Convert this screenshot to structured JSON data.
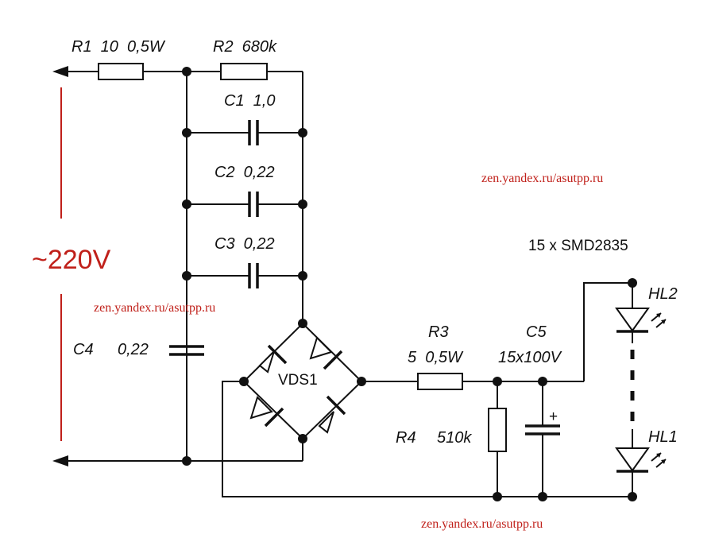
{
  "labels": {
    "r1": "R1  10  0,5W",
    "r2": "R2  680k",
    "c1": "C1  1,0",
    "c2": "C2  0,22",
    "c3": "C3  0,22",
    "c4": "C4",
    "c4_value": "0,22",
    "vds1": "VDS1",
    "r3": "R3",
    "r3_value": "5  0,5W",
    "c5": "C5",
    "c5_value": "15x100V",
    "r4": "R4",
    "r4_value": "510k",
    "led_count": "15 x SMD2835",
    "hl2": "HL2",
    "hl1": "HL1",
    "c5_polarity": "+",
    "voltage": "~220V"
  },
  "watermarks": {
    "right": "zen.yandex.ru/asutpp.ru",
    "left": "zen.yandex.ru/asutpp.ru",
    "bottom": "zen.yandex.ru/asutpp.ru"
  },
  "colors": {
    "wire": "#111111",
    "accent": "#c0201a"
  }
}
